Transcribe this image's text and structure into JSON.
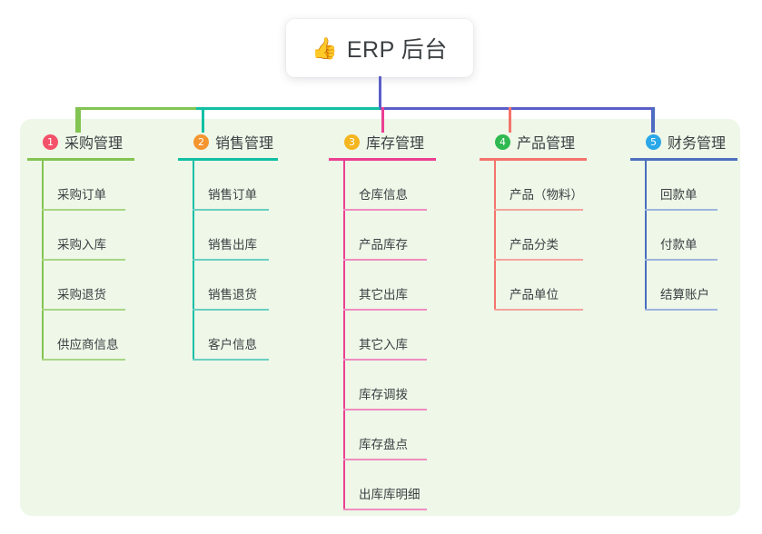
{
  "diagram": {
    "type": "mind-map",
    "root": {
      "icon": "thumbs-up-icon",
      "icon_glyph": "👍",
      "title": "ERP 后台",
      "stem_color": "#5a5fc8"
    },
    "panel_color": "#eef7e8",
    "page_background": "#ffffff",
    "bus_segments": [
      {
        "name": "bus-segment-green",
        "color": "#82c452"
      },
      {
        "name": "bus-segment-teal",
        "color": "#10bfa4"
      },
      {
        "name": "bus-segment-blue",
        "color": "#5a5fc8"
      }
    ],
    "columns": [
      {
        "number": "1",
        "title": "采购管理",
        "badge_color": "#f4526a",
        "line_color": "#82c452",
        "leaf_line_color": "#a8d684",
        "connector_color": "#82c452",
        "items": [
          "采购订单",
          "采购入库",
          "采购退货",
          "供应商信息"
        ]
      },
      {
        "number": "2",
        "title": "销售管理",
        "badge_color": "#f5952f",
        "line_color": "#10bfa4",
        "leaf_line_color": "#69cfc2",
        "connector_color": "#10bfa4",
        "items": [
          "销售订单",
          "销售出库",
          "销售退货",
          "客户信息"
        ]
      },
      {
        "number": "3",
        "title": "库存管理",
        "badge_color": "#f5b51f",
        "line_color": "#ec3f92",
        "leaf_line_color": "#f08cc0",
        "connector_color": "#ec3f92",
        "items": [
          "仓库信息",
          "产品库存",
          "其它出库",
          "其它入库",
          "库存调拨",
          "库存盘点",
          "出库库明细"
        ]
      },
      {
        "number": "4",
        "title": "产品管理",
        "badge_color": "#2fb950",
        "line_color": "#f4736b",
        "leaf_line_color": "#f5a39d",
        "connector_color": "#f4736b",
        "items": [
          "产品（物料）",
          "产品分类",
          "产品单位"
        ]
      },
      {
        "number": "5",
        "title": "财务管理",
        "badge_color": "#2aa7e8",
        "line_color": "#4a6fc0",
        "leaf_line_color": "#9db4de",
        "connector_color": "#4a6fc0",
        "items": [
          "回款单",
          "付款单",
          "结算账户"
        ]
      }
    ]
  }
}
